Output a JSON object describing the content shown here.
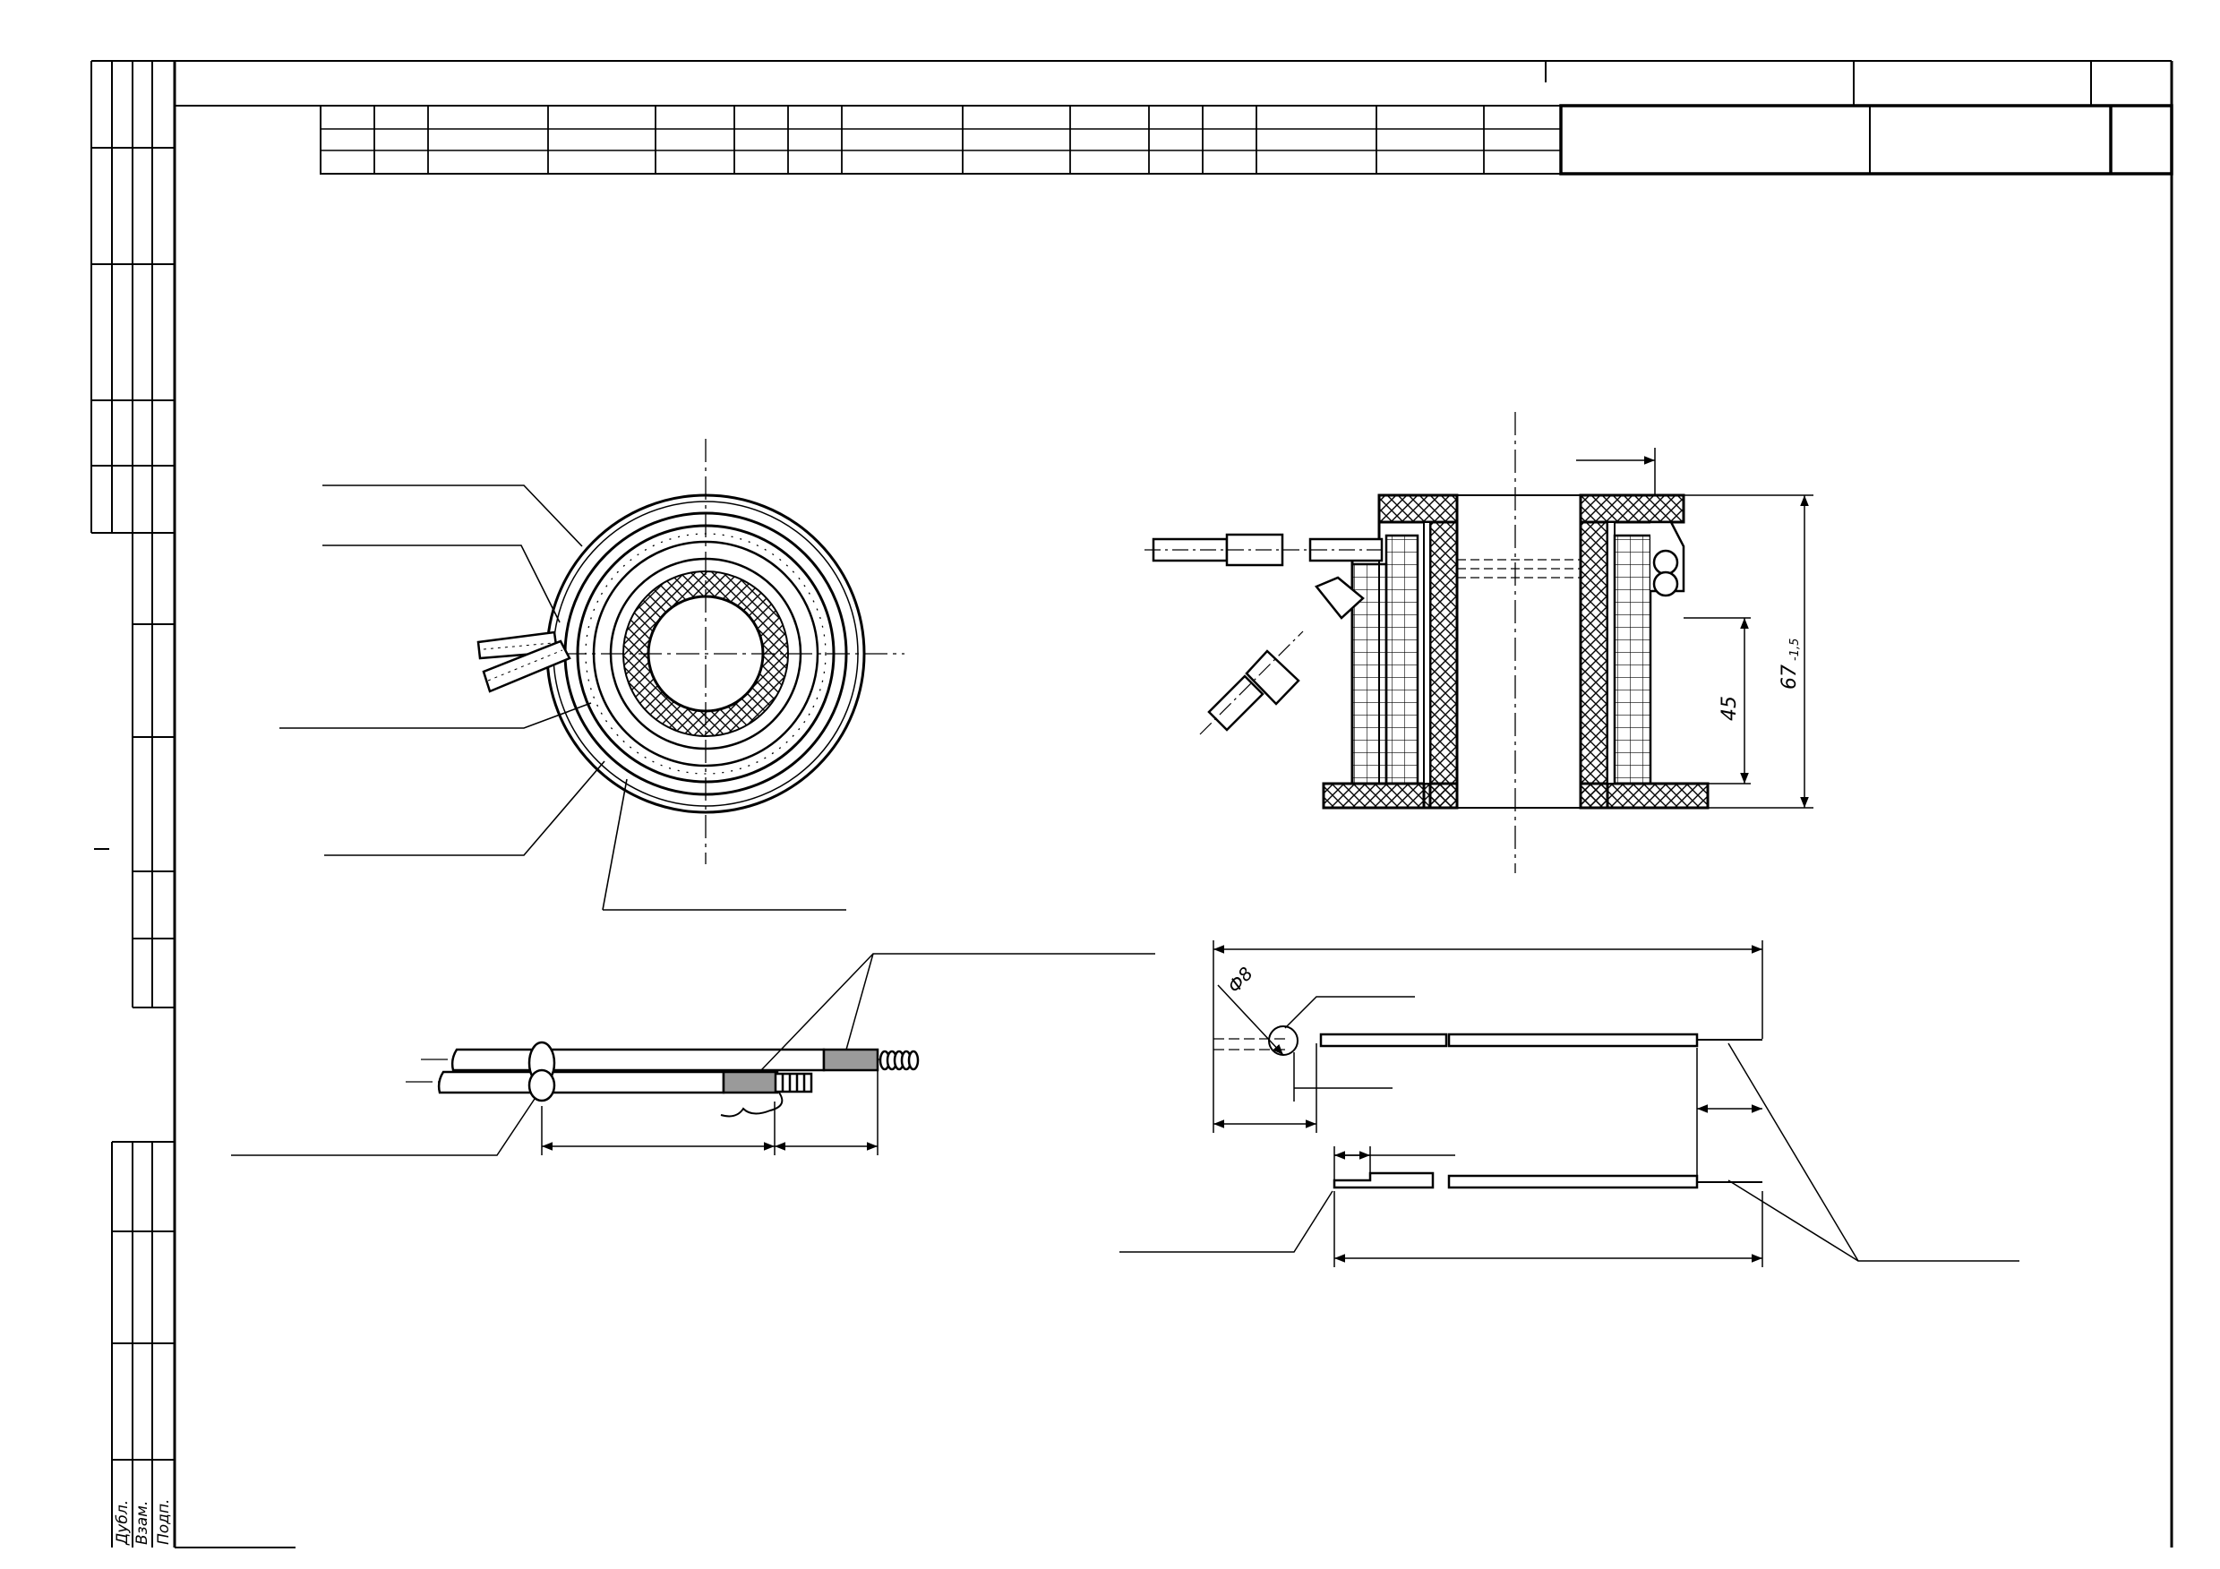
{
  "drawing": {
    "side_stamp": {
      "dubl": "Дубл.",
      "vzam": "Взам.",
      "podp": "Подп."
    },
    "dimensions": {
      "inner_height": "45",
      "overall_height": "67",
      "overall_height_tolerance": "-1,5",
      "wire_diameter": "Ф8"
    }
  }
}
